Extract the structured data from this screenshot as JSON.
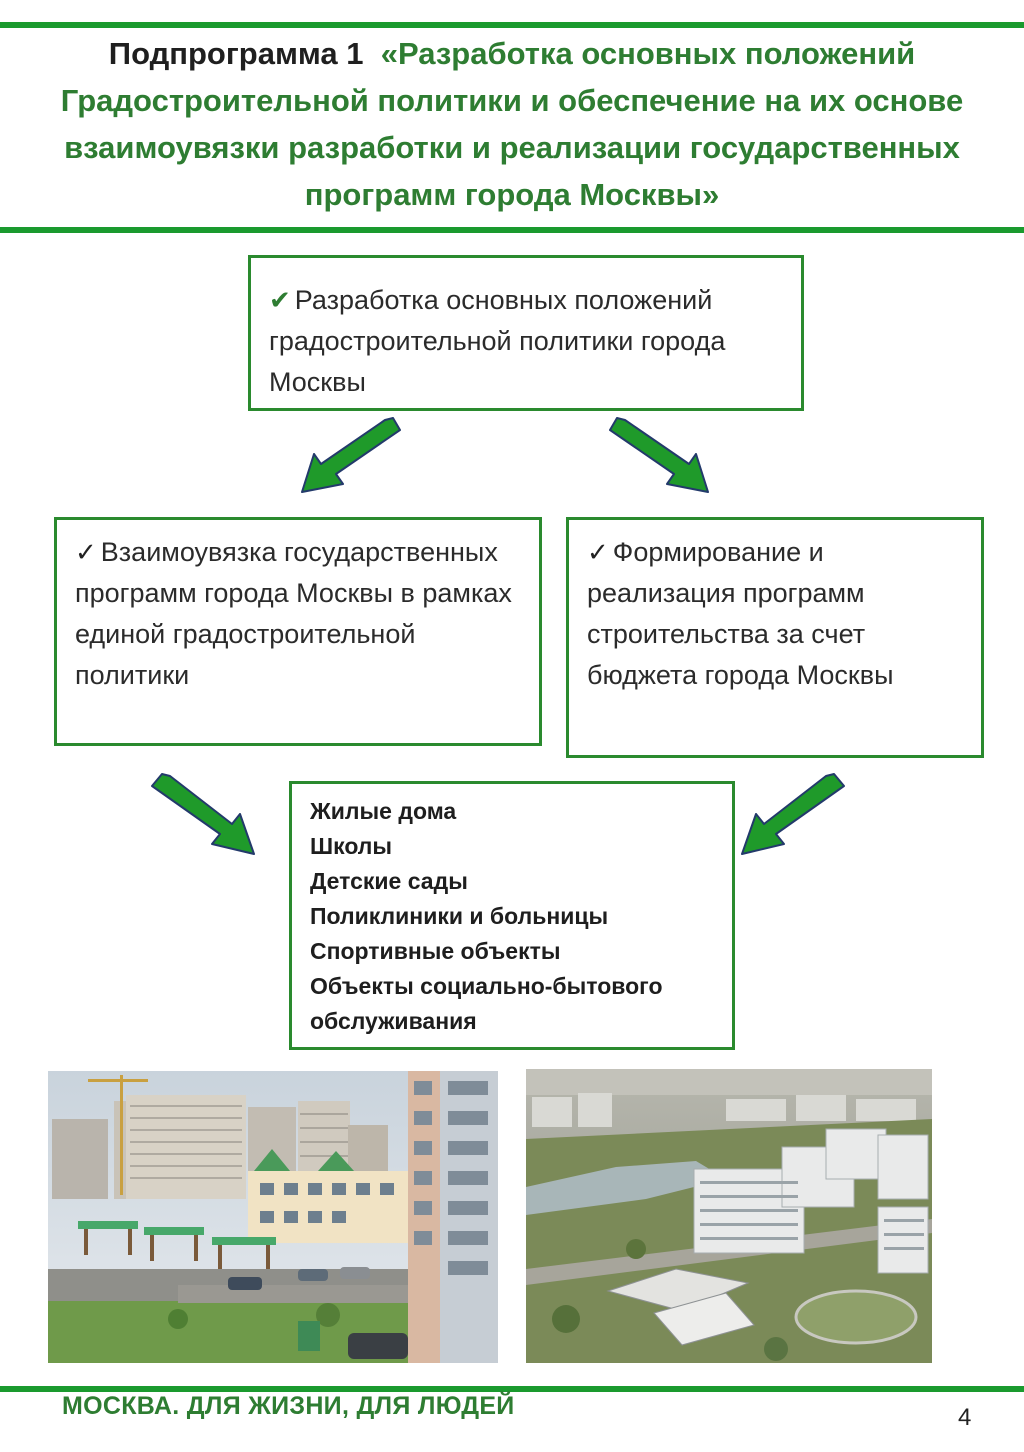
{
  "header": {
    "prefix": "Подпрограмма 1",
    "title": "«Разработка основных положений Градостроительной политики и обеспечение на их основе взаимоувязки разработки и реализации государственных программ города Москвы»"
  },
  "boxes": {
    "top": {
      "text": "Разработка основных положений градостроительной политики города Москвы"
    },
    "left": {
      "text": "Взаимоувязка государственных программ города Москвы в рамках единой градостроительной политики"
    },
    "right": {
      "text": "Формирование и реализация программ строительства за счет бюджета города Москвы"
    },
    "bottom": {
      "items": [
        "Жилые дома",
        "Школы",
        "Детские сады",
        "Поликлиники и больницы",
        "Спортивные объекты",
        "Объекты социально-бытового обслуживания"
      ]
    }
  },
  "icons": {
    "check_top": "checkmark-icon",
    "check_left": "checkmark-icon",
    "check_right": "checkmark-icon",
    "arrow": "arrow-down-icon"
  },
  "colors": {
    "accent_green": "#2e7d32",
    "rule_green": "#1a9a2e",
    "arrow_fill": "#1f9a2a",
    "arrow_stroke": "#233a6b"
  },
  "footer": {
    "slogan": "МОСКВА. ДЛЯ ЖИЗНИ, ДЛЯ ЛЮДЕЙ",
    "page_number": "4"
  }
}
